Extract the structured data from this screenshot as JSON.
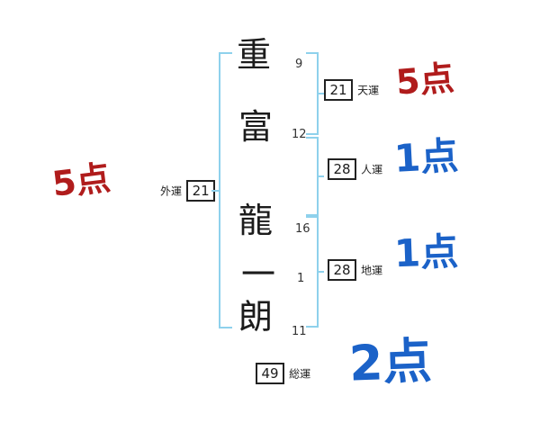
{
  "name": {
    "chars": [
      {
        "glyph": "重",
        "strokes": "9"
      },
      {
        "glyph": "富",
        "strokes": "12"
      },
      {
        "glyph": "龍",
        "strokes": "16"
      },
      {
        "glyph": "一",
        "strokes": "1"
      },
      {
        "glyph": "朗",
        "strokes": "11"
      }
    ]
  },
  "fortunes": {
    "gaiun": {
      "label": "外運",
      "value": "21"
    },
    "tenun": {
      "label": "天運",
      "value": "21"
    },
    "jinun": {
      "label": "人運",
      "value": "28"
    },
    "chiun": {
      "label": "地運",
      "value": "28"
    },
    "souun": {
      "label": "総運",
      "value": "49"
    }
  },
  "scores": {
    "gaiun": "5点",
    "tenun": "5点",
    "jinun": "1点",
    "chiun": "1点",
    "souun": "2点"
  },
  "colors": {
    "score_red": "#b01c1c",
    "score_blue": "#1b62c8",
    "bracket_blue": "#8ed1ec",
    "ink": "#1c1c1c"
  }
}
